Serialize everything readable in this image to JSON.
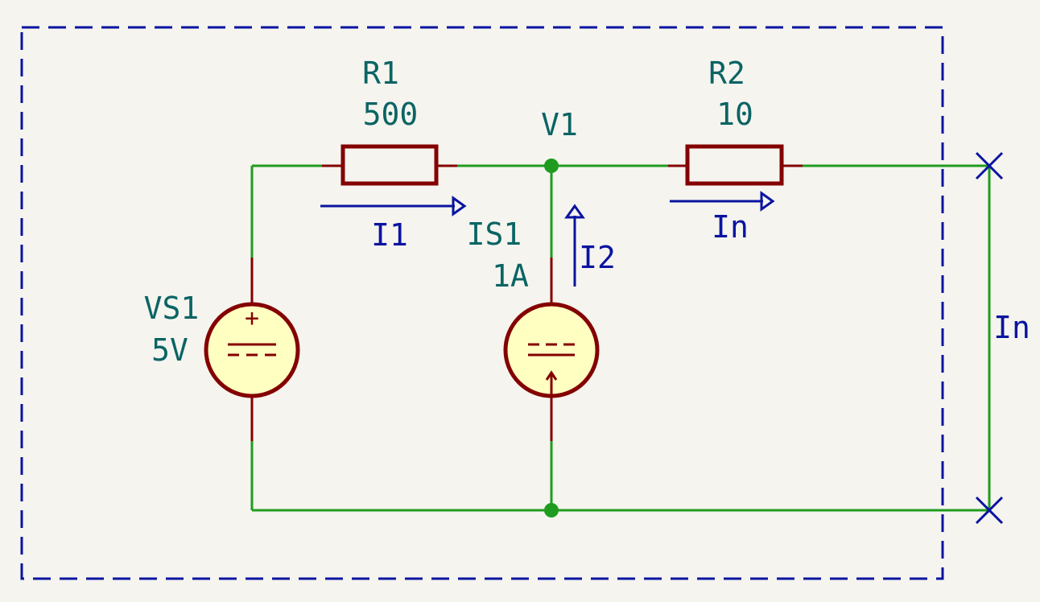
{
  "colors": {
    "background": "#f5f4ef",
    "wire": "#1f9c1f",
    "component": "#840000",
    "component_fill": "#ffffc2",
    "ref_text": "#0b6464",
    "annotation": "#0a14a0",
    "boundary": "#0a14a0"
  },
  "components": {
    "r1": {
      "ref": "R1",
      "value": "500"
    },
    "r2": {
      "ref": "R2",
      "value": "10"
    },
    "vs1": {
      "ref": "VS1",
      "value": "5V"
    },
    "is1": {
      "ref": "IS1",
      "value": "1A"
    }
  },
  "nets": {
    "v1": "V1"
  },
  "currents": {
    "i1": "I1",
    "i2": "I2",
    "in_r2": "In",
    "in_port": "In"
  },
  "symbols": {
    "vs1_plus": "+"
  },
  "icons": {
    "no_connect": "no-connect-x-icon",
    "arrow": "current-arrow-icon"
  }
}
